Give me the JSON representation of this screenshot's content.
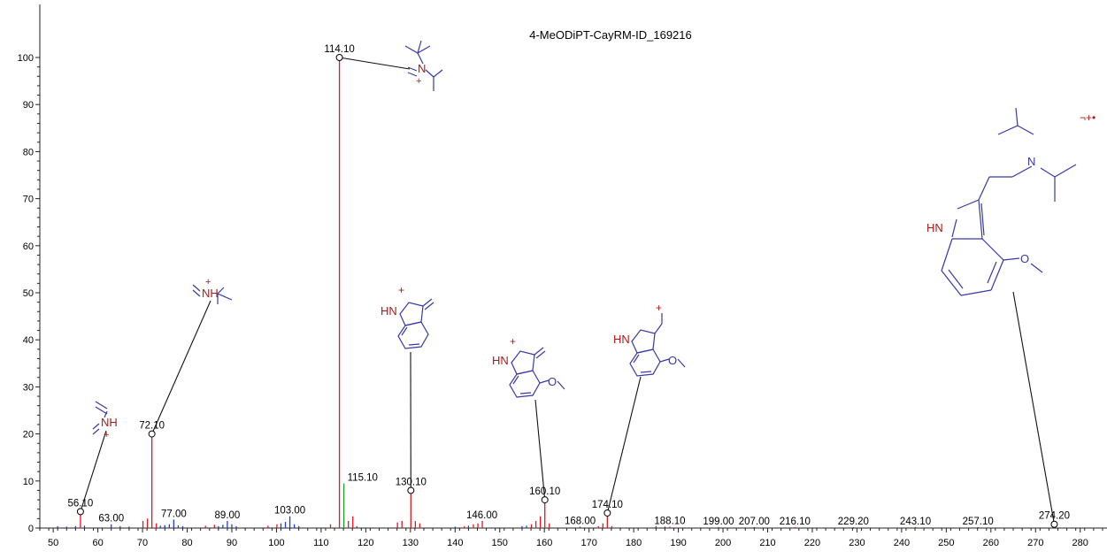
{
  "chart_data": {
    "type": "bar",
    "title": "4-MeODiPT-CayRM-ID_169216",
    "xlim": [
      47,
      286
    ],
    "ylim": [
      0,
      100
    ],
    "x_ticks": [
      50,
      60,
      70,
      80,
      90,
      100,
      110,
      120,
      130,
      140,
      150,
      160,
      170,
      180,
      190,
      200,
      210,
      220,
      230,
      240,
      250,
      260,
      270,
      280
    ],
    "y_ticks": [
      0,
      10,
      20,
      30,
      40,
      50,
      60,
      70,
      80,
      90,
      100
    ],
    "grid": false,
    "peaks_red": [
      {
        "x": 56.1,
        "y": 3.5
      },
      {
        "x": 70.1,
        "y": 1.5
      },
      {
        "x": 71.1,
        "y": 2.0
      },
      {
        "x": 72.1,
        "y": 20.0
      },
      {
        "x": 73.1,
        "y": 1.0
      },
      {
        "x": 84.1,
        "y": 0.5
      },
      {
        "x": 86.1,
        "y": 0.7
      },
      {
        "x": 98.1,
        "y": 0.5
      },
      {
        "x": 100.1,
        "y": 0.8
      },
      {
        "x": 112.1,
        "y": 0.8
      },
      {
        "x": 114.1,
        "y": 100.0
      },
      {
        "x": 116.1,
        "y": 1.5
      },
      {
        "x": 117.1,
        "y": 2.5
      },
      {
        "x": 127.1,
        "y": 1.2
      },
      {
        "x": 128.1,
        "y": 1.5
      },
      {
        "x": 130.1,
        "y": 8.0
      },
      {
        "x": 131.1,
        "y": 1.5
      },
      {
        "x": 132.1,
        "y": 1.0
      },
      {
        "x": 142.1,
        "y": 0.4
      },
      {
        "x": 144.1,
        "y": 0.8
      },
      {
        "x": 145.1,
        "y": 1.0
      },
      {
        "x": 146.1,
        "y": 1.5
      },
      {
        "x": 157.1,
        "y": 0.8
      },
      {
        "x": 158.1,
        "y": 1.5
      },
      {
        "x": 159.1,
        "y": 2.5
      },
      {
        "x": 160.1,
        "y": 6.0
      },
      {
        "x": 161.1,
        "y": 1.0
      },
      {
        "x": 172.1,
        "y": 0.4
      },
      {
        "x": 173.1,
        "y": 1.0
      },
      {
        "x": 174.1,
        "y": 3.2
      },
      {
        "x": 175.1,
        "y": 0.4
      },
      {
        "x": 188.1,
        "y": 0.3
      },
      {
        "x": 216.1,
        "y": 0.2
      },
      {
        "x": 243.1,
        "y": 0.2
      },
      {
        "x": 274.2,
        "y": 0.8
      }
    ],
    "peaks_blue": [
      {
        "x": 51,
        "y": 0.4
      },
      {
        "x": 53,
        "y": 0.3
      },
      {
        "x": 55,
        "y": 0.4
      },
      {
        "x": 57,
        "y": 0.5
      },
      {
        "x": 63,
        "y": 0.8
      },
      {
        "x": 65,
        "y": 0.4
      },
      {
        "x": 67,
        "y": 0.3
      },
      {
        "x": 74,
        "y": 0.5
      },
      {
        "x": 75,
        "y": 0.6
      },
      {
        "x": 76,
        "y": 0.8
      },
      {
        "x": 77,
        "y": 1.8
      },
      {
        "x": 78,
        "y": 0.6
      },
      {
        "x": 79,
        "y": 0.4
      },
      {
        "x": 87,
        "y": 0.4
      },
      {
        "x": 88,
        "y": 0.7
      },
      {
        "x": 89,
        "y": 1.5
      },
      {
        "x": 90,
        "y": 0.8
      },
      {
        "x": 91,
        "y": 0.4
      },
      {
        "x": 101,
        "y": 1.0
      },
      {
        "x": 102,
        "y": 1.3
      },
      {
        "x": 103,
        "y": 2.5
      },
      {
        "x": 104,
        "y": 0.8
      },
      {
        "x": 105,
        "y": 0.4
      },
      {
        "x": 118,
        "y": 0.4
      },
      {
        "x": 140,
        "y": 0.3
      },
      {
        "x": 143,
        "y": 0.5
      },
      {
        "x": 155,
        "y": 0.4
      },
      {
        "x": 156,
        "y": 0.5
      },
      {
        "x": 168,
        "y": 0.3
      },
      {
        "x": 185,
        "y": 0.4
      },
      {
        "x": 187,
        "y": 0.3
      },
      {
        "x": 199,
        "y": 0.2
      },
      {
        "x": 207,
        "y": 0.2
      },
      {
        "x": 229.2,
        "y": 0.2
      },
      {
        "x": 257.1,
        "y": 0.2
      }
    ],
    "peaks_green": [
      {
        "x": 115.1,
        "y": 9.5
      }
    ],
    "peak_labels": [
      {
        "label": "56.10",
        "x": 56.1,
        "y": 3.5,
        "marker": true
      },
      {
        "label": "63.00",
        "x": 63.0,
        "y": 0.8,
        "marker": false
      },
      {
        "label": "72.10",
        "x": 72.1,
        "y": 20.0,
        "marker": true
      },
      {
        "label": "77.00",
        "x": 77.0,
        "y": 1.8,
        "marker": false
      },
      {
        "label": "89.00",
        "x": 89.0,
        "y": 1.5,
        "marker": false
      },
      {
        "label": "103.00",
        "x": 103.0,
        "y": 2.5,
        "marker": false
      },
      {
        "label": "114.10",
        "x": 114.1,
        "y": 100.0,
        "marker": true
      },
      {
        "label": "115.10",
        "x": 115.1,
        "y": 9.5,
        "marker": false
      },
      {
        "label": "130.10",
        "x": 130.1,
        "y": 8.0,
        "marker": true
      },
      {
        "label": "146.00",
        "x": 146.0,
        "y": 1.5,
        "marker": false
      },
      {
        "label": "160.10",
        "x": 160.1,
        "y": 6.0,
        "marker": true
      },
      {
        "label": "168.00",
        "x": 168.0,
        "y": 0.3,
        "marker": false
      },
      {
        "label": "174.10",
        "x": 174.1,
        "y": 3.2,
        "marker": true
      },
      {
        "label": "188.10",
        "x": 188.1,
        "y": 0.3,
        "marker": false
      },
      {
        "label": "199.00",
        "x": 199.0,
        "y": 0.2,
        "marker": false
      },
      {
        "label": "207.00",
        "x": 207.0,
        "y": 0.2,
        "marker": false
      },
      {
        "label": "216.10",
        "x": 216.1,
        "y": 0.2,
        "marker": false
      },
      {
        "label": "229.20",
        "x": 229.2,
        "y": 0.2,
        "marker": false
      },
      {
        "label": "243.10",
        "x": 243.1,
        "y": 0.2,
        "marker": false
      },
      {
        "label": "257.10",
        "x": 257.1,
        "y": 0.2,
        "marker": false
      },
      {
        "label": "274.20",
        "x": 274.2,
        "y": 0.8,
        "marker": true
      }
    ],
    "structure_labels": {
      "f56": [
        "NH",
        "+"
      ],
      "f72": [
        "NH",
        "+"
      ],
      "f114": [
        "N",
        "+"
      ],
      "f130": [
        "HN",
        "+"
      ],
      "f160": [
        "HN",
        "+",
        "O"
      ],
      "f174": [
        "HN",
        "+",
        "O"
      ],
      "parent": [
        "HN",
        "N",
        "O",
        "¬+•"
      ]
    },
    "colors": {
      "red": "#e8141e",
      "blue": "#1f3cd6",
      "green": "#1f9c2a",
      "axis": "#222222",
      "structure_blue": "#3838a8",
      "structure_red": "#b01818",
      "leader": "#111111"
    }
  }
}
